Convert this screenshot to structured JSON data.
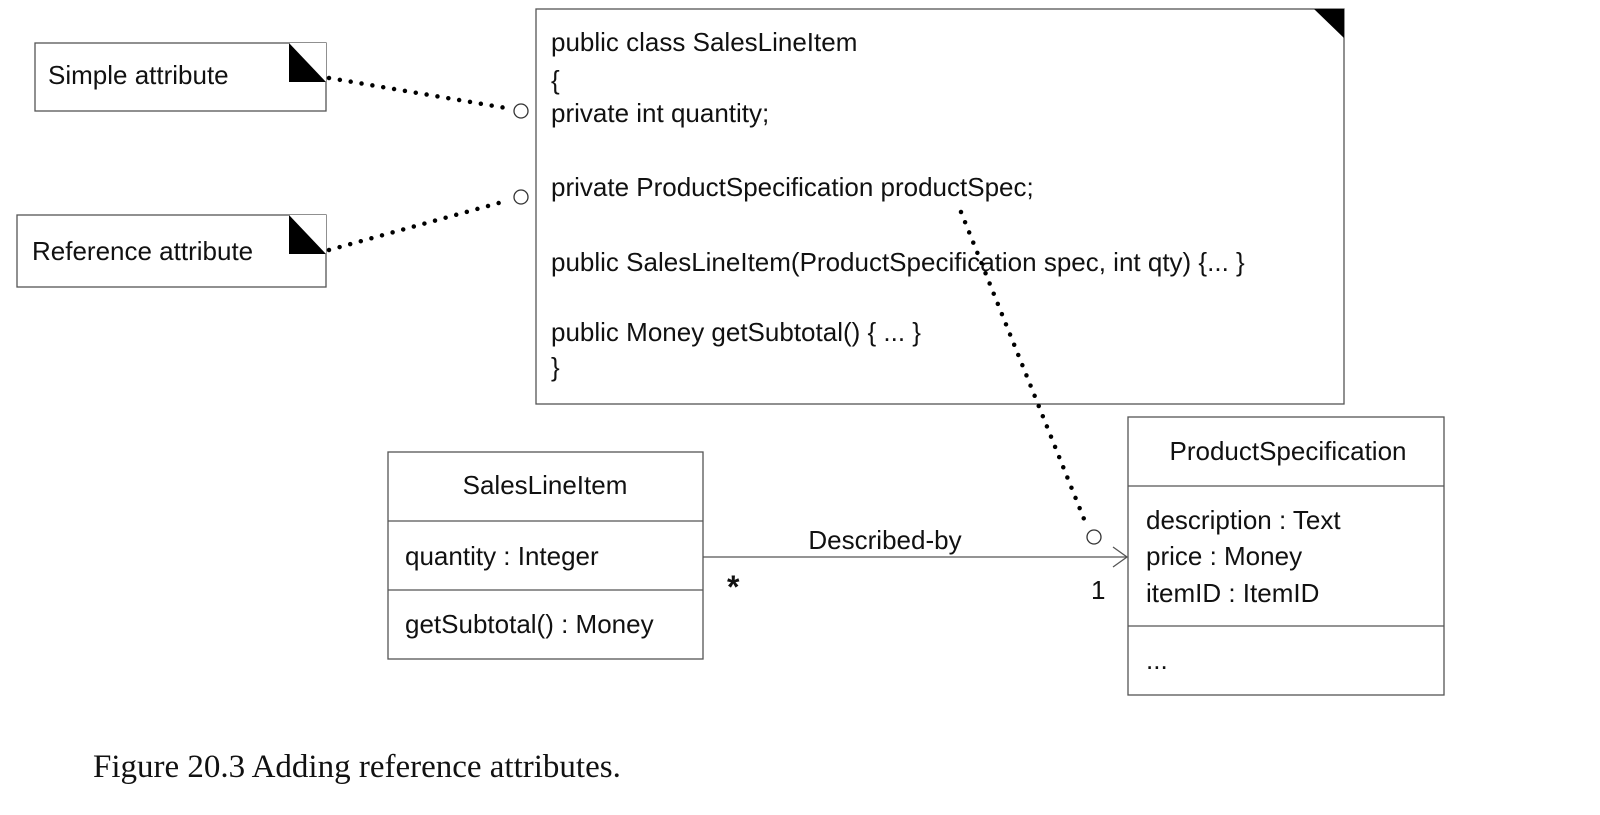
{
  "notes": {
    "simple": "Simple attribute",
    "reference": "Reference attribute"
  },
  "code_note": {
    "lines": [
      "public class SalesLineItem",
      "{",
      "private int quantity;",
      "private ProductSpecification productSpec;",
      "public SalesLineItem(ProductSpecification spec, int qty) {... }",
      "public  Money getSubtotal() { ... }",
      "}"
    ]
  },
  "sales_line_item": {
    "name": "SalesLineItem",
    "attribute": "quantity : Integer",
    "operation": "getSubtotal() : Money"
  },
  "product_specification": {
    "name": "ProductSpecification",
    "attributes": [
      "description : Text",
      "price : Money",
      "itemID : ItemID"
    ],
    "operations": "..."
  },
  "association": {
    "label": "Described-by",
    "multiplicity_source": "*",
    "multiplicity_target": "1"
  },
  "caption": "Figure 20.3 Adding reference attributes."
}
